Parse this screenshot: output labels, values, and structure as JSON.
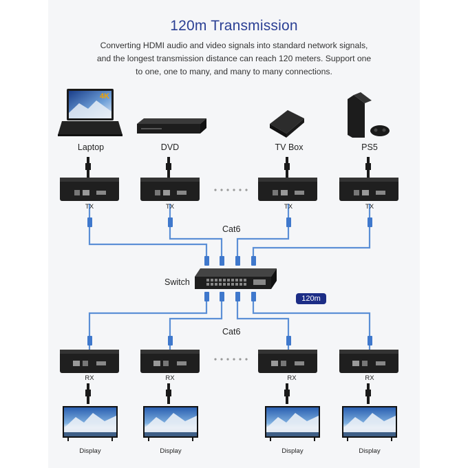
{
  "title": "120m Transmission",
  "description": [
    "Converting HDMI audio and video signals into standard network signals,",
    "and the longest transmission distance can reach 120 meters. Support one",
    "to one, one to many, and many to many connections."
  ],
  "sources": [
    "Laptop",
    "DVD",
    "TV Box",
    "PS5"
  ],
  "laptop_badge": "4K",
  "tx_label": "TX",
  "rx_label": "RX",
  "cable_label_top": "Cat6",
  "cable_label_bottom": "Cat6",
  "switch_label": "Switch",
  "distance_badge": "120m",
  "display_label": "Display",
  "colors": {
    "title": "#2a3f94",
    "cable": "#5b8fd6",
    "badge": "#1c2d86"
  }
}
